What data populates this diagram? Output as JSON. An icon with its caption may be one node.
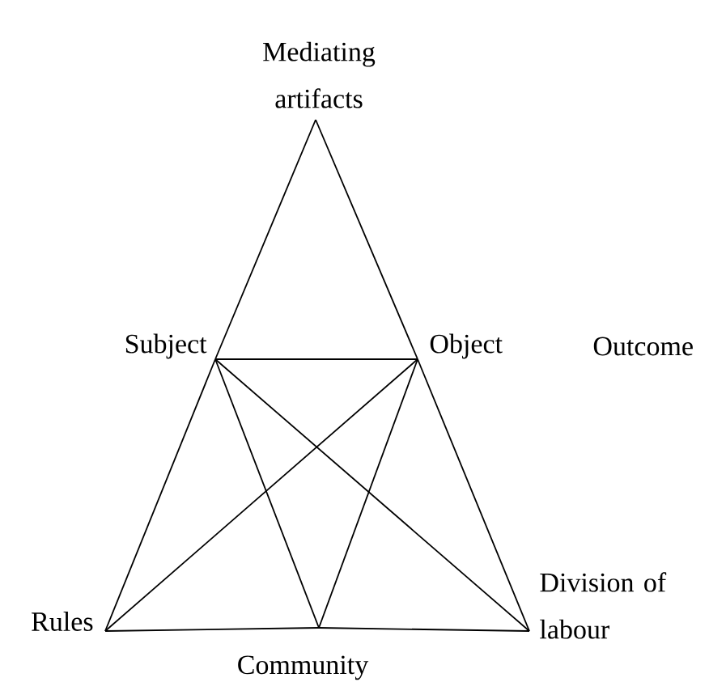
{
  "diagram": {
    "nodes": [
      {
        "text": [
          "Mediating artifacts"
        ]
      },
      {
        "text": [
          "Subject"
        ]
      },
      {
        "text": [
          "Object"
        ]
      },
      {
        "text": [
          "Rules"
        ]
      },
      {
        "text": [
          "Division of labour"
        ]
      },
      {
        "text": [
          "Community"
        ]
      }
    ],
    "edges": [
      {
        "from": 0,
        "to": 1,
        "arrow": "none"
      },
      {
        "from": 0,
        "to": 2,
        "arrow": "none"
      },
      {
        "from": 1,
        "to": 2,
        "arrow": "none"
      },
      {
        "from": 1,
        "to": 3,
        "arrow": "none"
      },
      {
        "from": 2,
        "to": 4,
        "arrow": "none"
      },
      {
        "from": 3,
        "to": 5,
        "arrow": "none"
      },
      {
        "from": 5,
        "to": 4,
        "arrow": "none"
      },
      {
        "from": 1,
        "to": 4,
        "arrow": "none"
      },
      {
        "from": 1,
        "to": 5,
        "arrow": "none"
      },
      {
        "from": 2,
        "to": 3,
        "arrow": "none"
      },
      {
        "from": 2,
        "to": 5,
        "arrow": "none"
      }
    ],
    "labels": [
      "Outcome"
    ]
  }
}
